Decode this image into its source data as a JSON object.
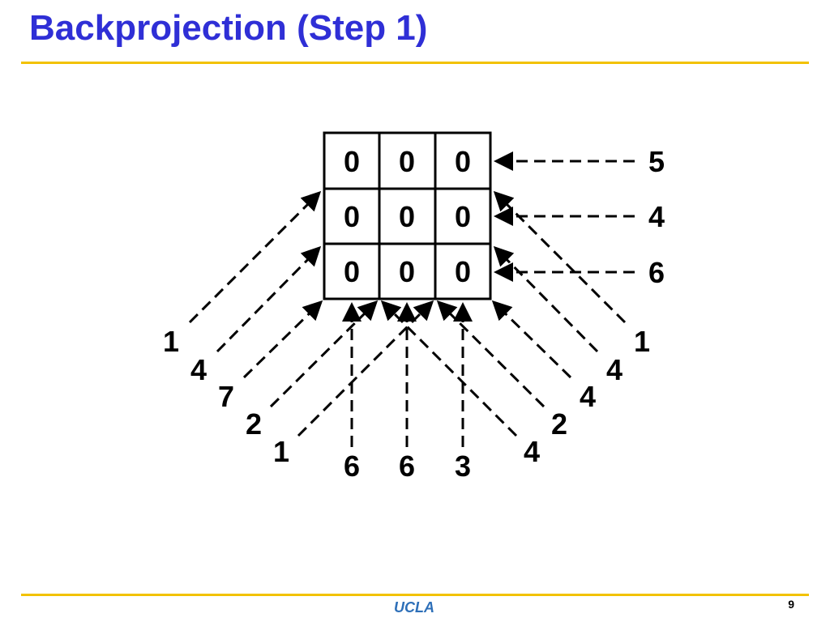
{
  "title": "Backprojection (Step 1)",
  "footer": {
    "logo_text": "UCLA",
    "page_number": "9"
  },
  "colors": {
    "title": "#2f2fd6",
    "rule": "#f2c200",
    "logo": "#2d6fb8",
    "ink": "#000000"
  },
  "grid": {
    "values": [
      [
        "0",
        "0",
        "0"
      ],
      [
        "0",
        "0",
        "0"
      ],
      [
        "0",
        "0",
        "0"
      ]
    ]
  },
  "projections": {
    "right_horizontal": [
      "5",
      "4",
      "6"
    ],
    "bottom_vertical": [
      "6",
      "6",
      "3"
    ],
    "left_diagonal": [
      "1",
      "4",
      "7",
      "2",
      "1"
    ],
    "right_diagonal": [
      "1",
      "4",
      "4",
      "2",
      "4"
    ]
  }
}
